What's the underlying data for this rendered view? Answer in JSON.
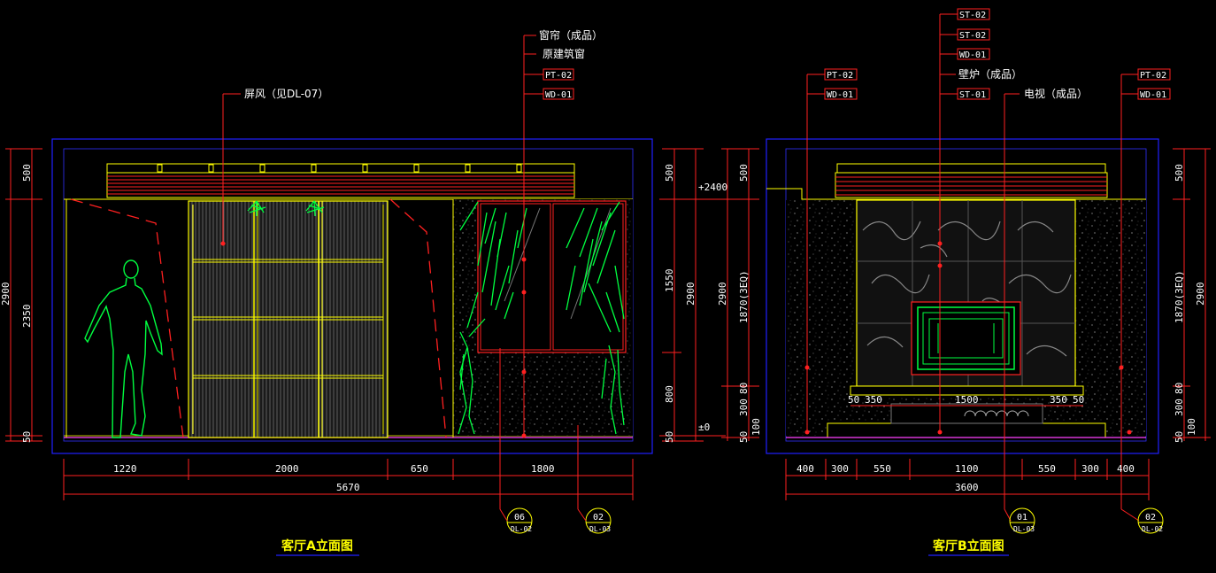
{
  "elevation_a": {
    "title": "客厅A立面图",
    "labels": {
      "screen": "屏风（见DL-07）",
      "curtain": "窗帘（成品）",
      "window": "原建筑窗",
      "pt": "PT-02",
      "wd": "WD-01"
    },
    "level_top": "+2400",
    "level_zero": "±0",
    "dims_bottom": [
      "1220",
      "2000",
      "650",
      "1800"
    ],
    "dim_total": "5670",
    "dims_left_outer": "2900",
    "dims_left_inner": "2350",
    "dims_left_500": "500",
    "dims_left_50": "50",
    "dims_right": [
      "500",
      "1550",
      "800",
      "50"
    ],
    "dims_right_2900": "2900",
    "callout_1": {
      "num": "06",
      "ref": "DL-02"
    },
    "callout_2": {
      "num": "02",
      "ref": "DL-03"
    }
  },
  "elevation_b": {
    "title": "客厅B立面图",
    "labels": {
      "st02a": "ST-02",
      "st02b": "ST-02",
      "wd01": "WD-01",
      "fireplace": "壁炉（成品）",
      "st01": "ST-01",
      "tv": "电视（成品）",
      "pt_left": "PT-02",
      "wd_left": "WD-01",
      "pt_right": "PT-02",
      "wd_right": "WD-01"
    },
    "dims_bottom": [
      "400",
      "300",
      "550",
      "1100",
      "550",
      "300",
      "400"
    ],
    "dim_total": "3600",
    "dims_inner": [
      "50",
      "350",
      "1500",
      "350",
      "50"
    ],
    "dims_left": [
      "500",
      "1870(3EQ)",
      "300",
      "80",
      "50",
      "100"
    ],
    "dims_left_2900": "2900",
    "dims_right": [
      "500",
      "1870(3EQ)",
      "300",
      "80",
      "50",
      "100"
    ],
    "dims_right_2900": "2900",
    "callout_1": {
      "num": "01",
      "ref": "DL-03"
    },
    "callout_2": {
      "num": "02",
      "ref": "DL-02"
    }
  }
}
